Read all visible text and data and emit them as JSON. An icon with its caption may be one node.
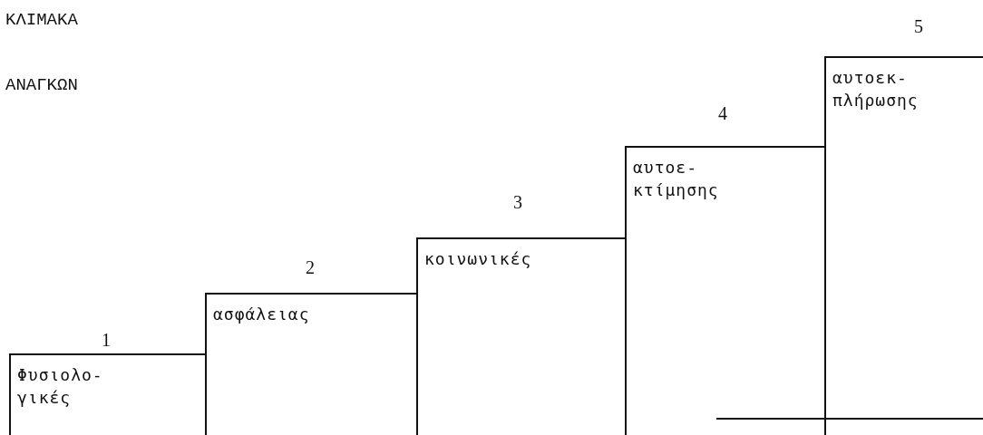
{
  "diagram": {
    "title": "ΚΛΙΜΑΚΑ ΑΝΑΓΚΩΝ",
    "nodes": [
      {
        "text": [
          "Φυσιολο- γικές"
        ],
        "beside": [
          "1"
        ]
      },
      {
        "text": [
          "ασφάλειας"
        ],
        "beside": [
          "2"
        ]
      },
      {
        "text": [
          "κοινωνικές"
        ],
        "beside": [
          "3"
        ]
      },
      {
        "text": [
          "αυτοε- κτίμησης"
        ],
        "beside": [
          "4"
        ]
      },
      {
        "text": [
          "αυτοεκ- πλήρωσης"
        ],
        "beside": [
          "5"
        ]
      }
    ]
  }
}
